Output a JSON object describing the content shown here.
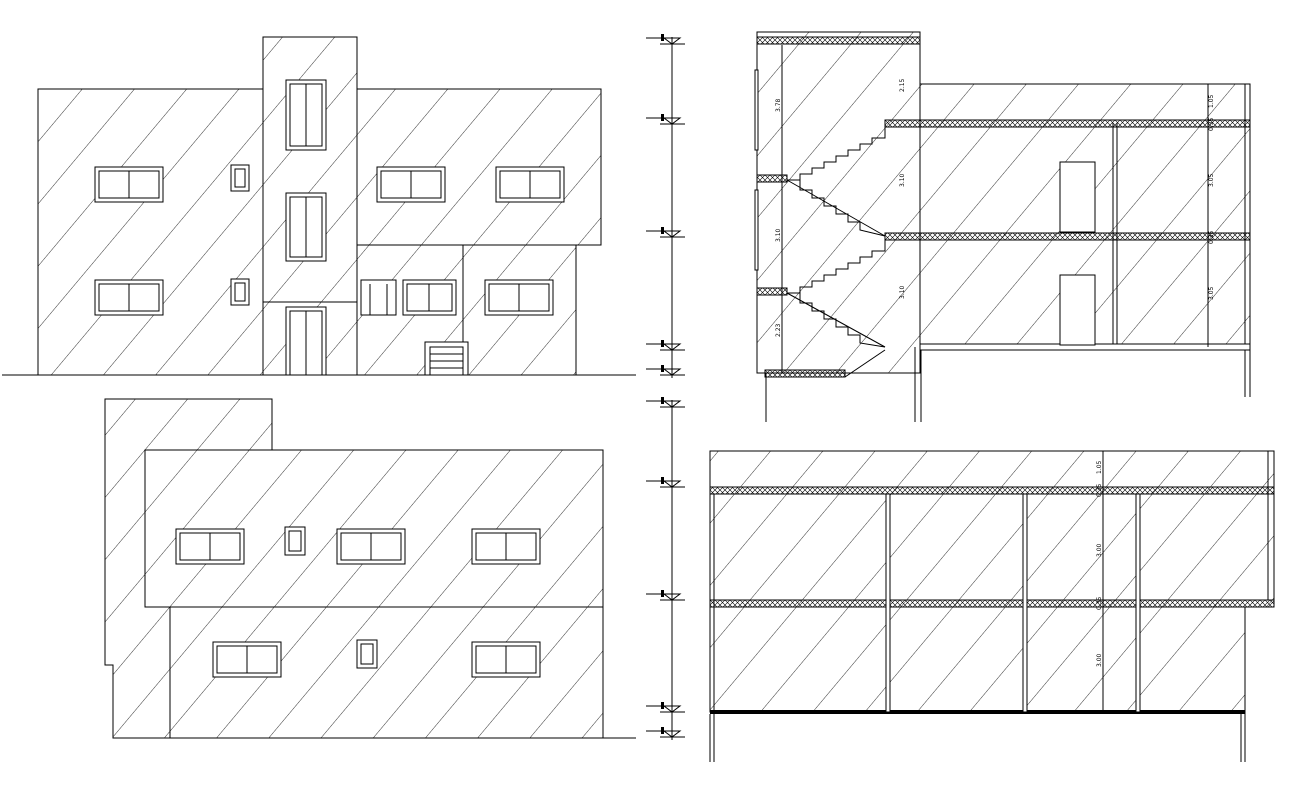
{
  "drawing": {
    "views": [
      "front-elevation",
      "rear-elevation",
      "stair-section",
      "longitudinal-section"
    ],
    "colors": {
      "line": "#000000",
      "background": "#ffffff"
    }
  },
  "stair_section": {
    "dims": [
      "3.78",
      "2.15",
      "3.10",
      "3.10",
      "3.10",
      "2.23"
    ]
  },
  "section_right": {
    "dims": [
      "1.05",
      "0.35",
      "3.05",
      "0.35",
      "3.05"
    ]
  },
  "section_bottom": {
    "dims": [
      "1.05",
      "0.35",
      "3.00",
      "0.35",
      "3.00"
    ]
  }
}
